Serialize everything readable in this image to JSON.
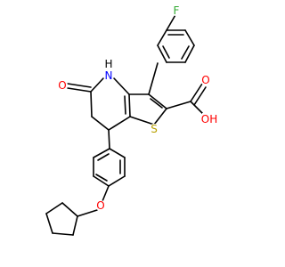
{
  "molecule": {
    "colors": {
      "bond": "#000000",
      "oxygen": "#ff0000",
      "nitrogen": "#0000ff",
      "sulfur": "#b8a000",
      "fluorine": "#33aa33",
      "hydrogen": "#000000"
    },
    "atom_labels": {
      "fluorine": "F",
      "amide_n": "N",
      "amide_h": "H",
      "ketone_o": "O",
      "thiophene_s": "S",
      "acid_o_double": "O",
      "acid_oh": "OH",
      "ether_o": "O"
    }
  }
}
